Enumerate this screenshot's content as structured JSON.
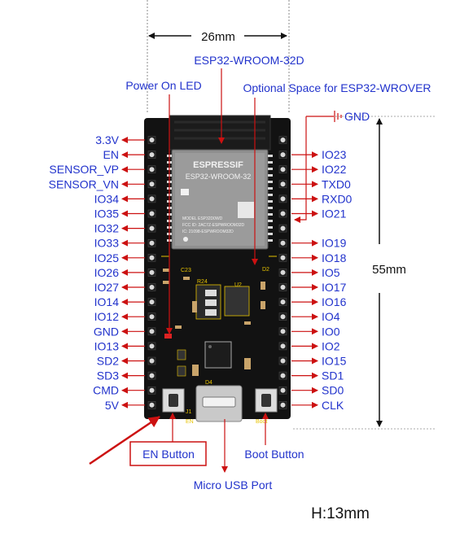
{
  "dimensions": {
    "width": "26mm",
    "length": "55mm",
    "height": "H:13mm"
  },
  "callouts": {
    "module": "ESP32-WROOM-32D",
    "power_led": "Power On LED",
    "optional_space": "Optional Space for ESP32-WROVER",
    "gnd": "GND",
    "en_button": "EN Button",
    "boot_button": "Boot Button",
    "usb_port": "Micro USB Port"
  },
  "left_pins": [
    "3.3V",
    "EN",
    "SENSOR_VP",
    "SENSOR_VN",
    "IO34",
    "IO35",
    "IO32",
    "IO33",
    "IO25",
    "IO26",
    "IO27",
    "IO14",
    "IO12",
    "GND",
    "IO13",
    "SD2",
    "SD3",
    "CMD",
    "5V"
  ],
  "right_pins": [
    "",
    "IO23",
    "IO22",
    "TXD0",
    "RXD0",
    "IO21",
    "",
    "IO19",
    "IO18",
    "IO5",
    "IO17",
    "IO16",
    "IO4",
    "IO0",
    "IO2",
    "IO15",
    "SD1",
    "SD0",
    "CLK"
  ],
  "chip": {
    "brand": "ESPRESSIF",
    "model": "ESP32-WROOM-32",
    "fine_print": [
      "MODEL ESP32D0WD",
      "FCC ID: 2AC7Z-ESPWROOM32D",
      "IC: 21098-ESPWROOM32D"
    ]
  },
  "board_labels": {
    "en_silk": "EN",
    "boot_silk": "Boot",
    "c23": "C23",
    "r24": "R24",
    "u2": "U2",
    "d2": "D2",
    "j1": "J1",
    "d4": "D4"
  },
  "colors": {
    "label_blue": "#2233cc",
    "arrow_red": "#cc1111",
    "board": "#111111",
    "silk": "#e6c200"
  }
}
